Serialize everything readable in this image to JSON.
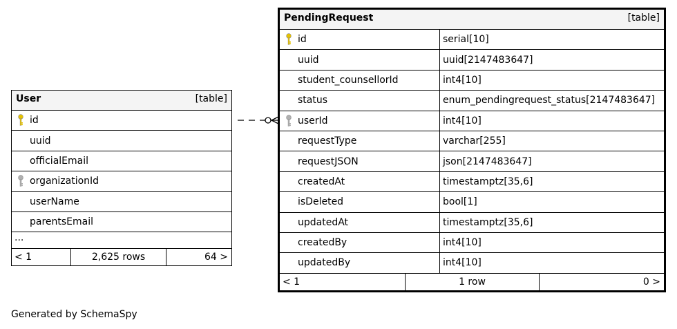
{
  "tables": {
    "user": {
      "name": "User",
      "kind": "[table]",
      "columns": [
        {
          "name": "id",
          "key": "primary"
        },
        {
          "name": "uuid",
          "key": ""
        },
        {
          "name": "officialEmail",
          "key": ""
        },
        {
          "name": "organizationId",
          "key": "foreign"
        },
        {
          "name": "userName",
          "key": ""
        },
        {
          "name": "parentsEmail",
          "key": ""
        }
      ],
      "ellipsis": "...",
      "footer": {
        "left": "< 1",
        "middle": "2,625 rows",
        "right": "64 >"
      }
    },
    "pending": {
      "name": "PendingRequest",
      "kind": "[table]",
      "columns": [
        {
          "name": "id",
          "type": "serial[10]",
          "key": "primary"
        },
        {
          "name": "uuid",
          "type": "uuid[2147483647]",
          "key": ""
        },
        {
          "name": "student_counsellorId",
          "type": "int4[10]",
          "key": ""
        },
        {
          "name": "status",
          "type": "enum_pendingrequest_status[2147483647]",
          "key": ""
        },
        {
          "name": "userId",
          "type": "int4[10]",
          "key": "foreign"
        },
        {
          "name": "requestType",
          "type": "varchar[255]",
          "key": ""
        },
        {
          "name": "requestJSON",
          "type": "json[2147483647]",
          "key": ""
        },
        {
          "name": "createdAt",
          "type": "timestamptz[35,6]",
          "key": ""
        },
        {
          "name": "isDeleted",
          "type": "bool[1]",
          "key": ""
        },
        {
          "name": "updatedAt",
          "type": "timestamptz[35,6]",
          "key": ""
        },
        {
          "name": "createdBy",
          "type": "int4[10]",
          "key": ""
        },
        {
          "name": "updatedBy",
          "type": "int4[10]",
          "key": ""
        }
      ],
      "footer": {
        "left": "< 1",
        "middle": "1 row",
        "right": "0 >"
      }
    }
  },
  "generator": "Generated by SchemaSpy",
  "colors": {
    "primary_key": "#e6c200",
    "foreign_key": "#b0b0b0",
    "header_bg": "#f4f4f4"
  }
}
